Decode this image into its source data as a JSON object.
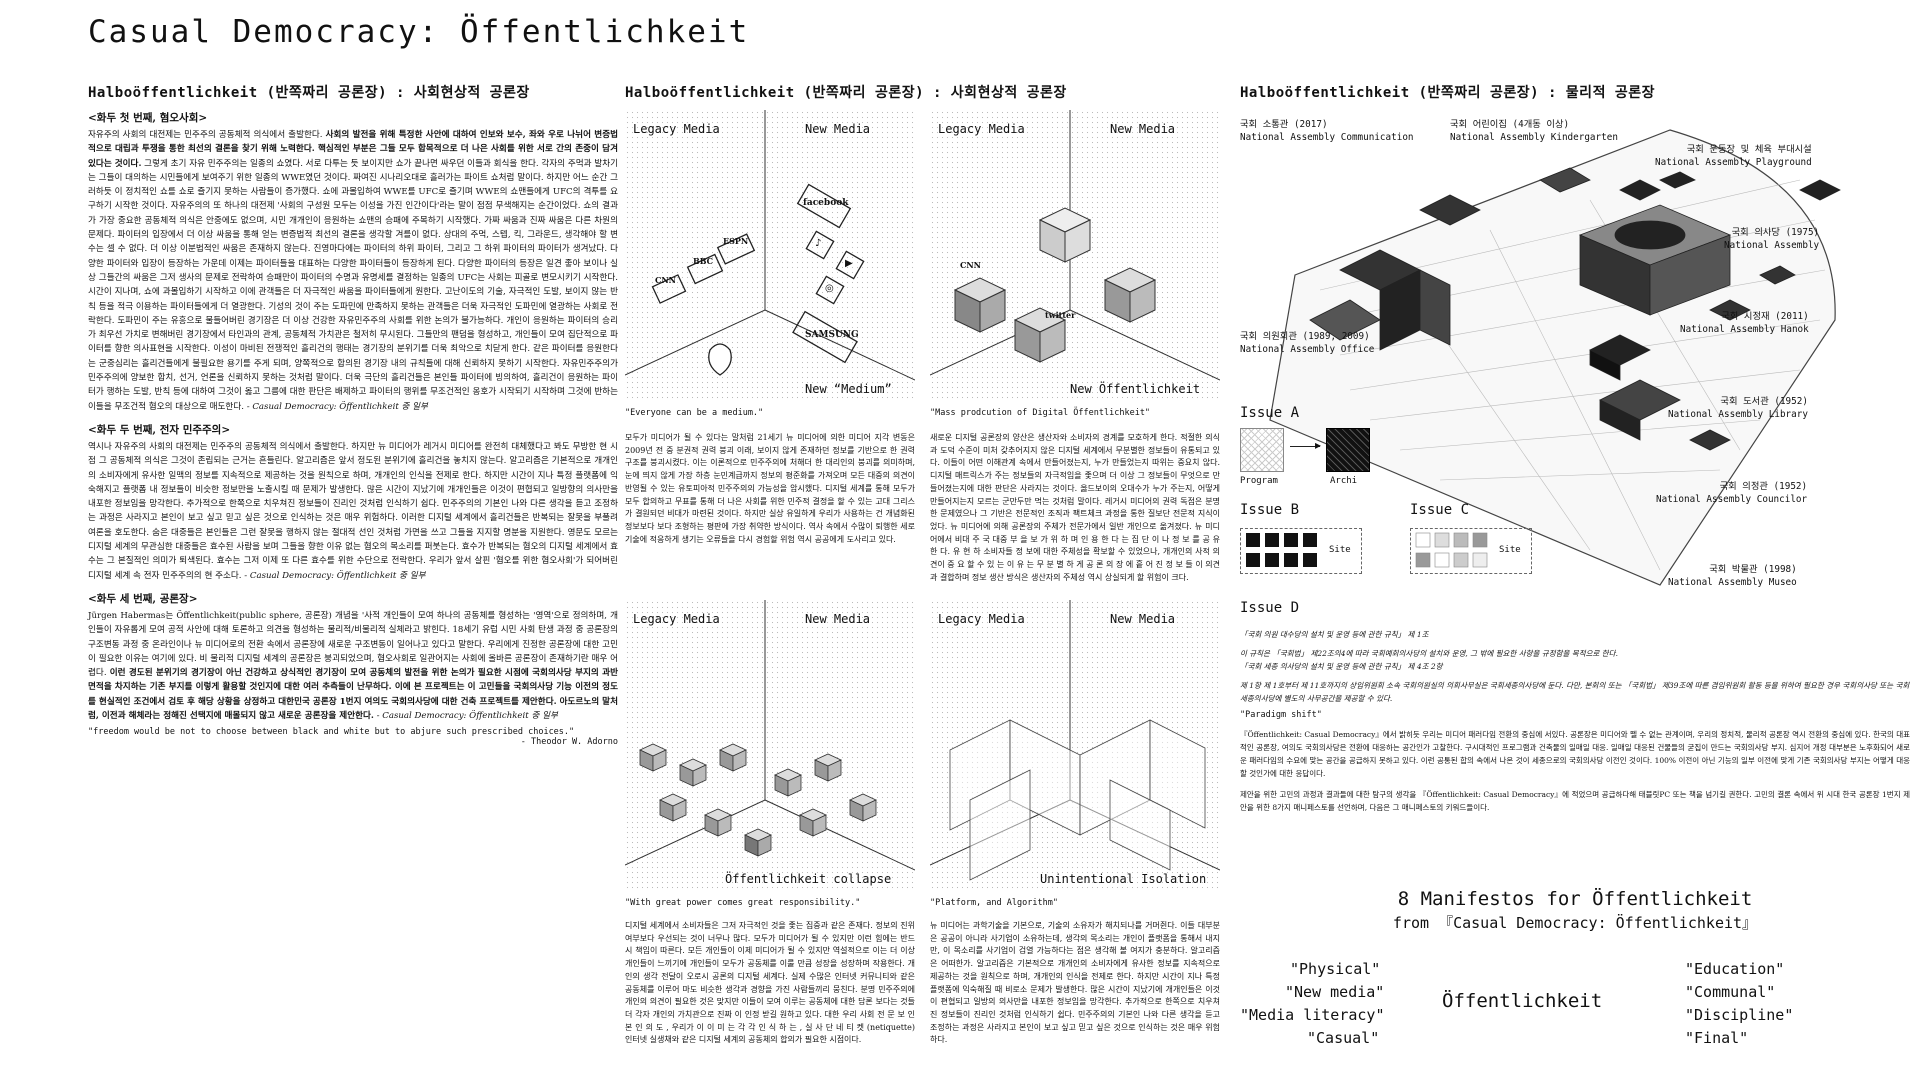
{
  "title": "Casual Democracy: Öffentlichkeit",
  "col1": {
    "heading": "Halboöffentlichkeit (반쪽짜리 공론장) : 사회현상적 공론장",
    "s1_title": "<화두 첫 번째, 혐오사회>",
    "s1_a": "자유주의 사회의 대전제는 민주주의 공동체적 의식에서 출발한다. ",
    "s1_b": "사회의 발전을 위해 특정한 사안에 대하여 인보와 보수, 좌와 우로 나뉘어 변증법적으로 대립과 투쟁을 통한 최선의 결론을 찾기 위해 노력한다. 핵심적인 부분은 그들 모두 합목적으로 더 나은 사회를 위한 서로 간의 존중이 담겨 있다는 것이다.",
    "s1_c": " 그렇게 초기 자유 민주주의는 일종의 쇼였다. 서로 다투는 듯 보이지만 쇼가 끝나면 싸우던 이들과 회식을 한다. 각자의 주먹과 발차기는 그들이 대의하는 시민들에게 보여주기 위한 일종의 WWE였던 것이다. 짜여진 시나리오대로 흘러가는 파이트 쇼처럼 말이다. 하지만 어느 순간 그러하듯 이 정치적인 쇼를 쇼로 즐기지 못하는 사람들이 증가했다. 쇼에 과몰입하여 WWE를 UFC로 즐기며 WWE의 쇼맨들에게 UFC의 격투를 요구하기 시작한 것이다. 자유주의의 또 하나의 대전제 '사회의 구성원 모두는 이성을 가진 인간이다'라는 말이 점점 무색해지는 순간이었다. 쇼의 결과가 가장 중요한 공동체적 의식은 안중에도 없으며, 시민 개개인이 응원하는 쇼맨의 승패에 주목하기 시작했다. 가짜 싸움과 진짜 싸움은 다른 차원의 문제다. 파이터의 입장에서 더 이상 싸움을 통해 얻는 변증법적 최선의 결론을 생각할 겨를이 없다. 상대의 주먹, 스텝, 킥, 그라운드, 생각해야 할 변수는 셀 수 없다. 더 이상 이분법적인 싸움은 존재하지 않는다. 진영마다에는 파이터의 하위 파이터, 그리고 그 하위 파이터의 파이터가 생겨났다. 다양한 파이터와 입장이 등장하는 가운데 이제는 파이터들을 대표하는 다양한 파이터들이 등장하게 된다. 다양한 파이터의 등장은 일견 좋아 보이나 실상 그들간의 싸움은 그저 생사의 문제로 전락하여 승패만이 파이터의 수명과 유명세를 결정하는 일종의 UFC는 사회는 피골로 변모시키기 시작한다. 시간이 지나며, 쇼에 과몰입하기 시작하고 이에 관객들은 더 자극적인 싸움을 파이터들에게 원한다. 고난이도의 기술, 자극적인 도발, 보이지 않는 반칙 등을 적극 이용하는 파이터들에게 더 열광한다. 기성의 것이 주는 도파민에 만족하지 못하는 관객들은 더욱 자극적인 도파민에 열광하는 사회로 전락한다. 도파민이 주는 유흥으로 물들어버린 경기장은 더 이상 건강한 자유민주주의 사회를 위한 논의가 불가능하다. 개인이 응원하는 파이터의 승리가 최우선 가치로 변해버린 경기장에서 타인과의 관계, 공동체적 가치관은 철저히 무시된다. 그들만의 팬덤을 형성하고, 개인들이 모여 집단적으로 파이터를 향한 의사표현을 시작한다. 이성이 마비된 전쟁적인 흘리건의 행태는 경기장의 분위기를 더욱 최악으로 치닫게 한다. 같은 파이터를 응원한다는 군중심리는 흘리건들에게 불필요한 용기를 주게 되며, 양쪽적으로 합의된 경기장 내의 규칙들에 대해 신뢰하지 못하기 시작한다. 자유민주주의가 민주주의에 양보한 합치, 선거, 언론을 신뢰하지 못하는 것처럼 말이다. 더욱 극단의 흘리건들은 본인들 파이터에 빙의하여, 흘리건이 응원하는 파이터가 행하는 도발, 반칙 등에 대하여 그것이 옳고 그름에 대한 판단은 배제하고 파이터의 행위를 무조건적인 옹호가 시작되기 시작하며 그것에 반하는 이들을 무조건적 혐오의 대상으로 매도한다.",
    "s1_cite": " - Casual Democracy: Öffentlichkeit 중 일부",
    "s2_title": "<화두 두 번째, 전자 민주주의>",
    "s2_a": "역시나 자유주의 사회의 대전제는 민주주의 공동체적 의식에서 출발한다. 하지만 뉴 미디어가 레거시 미디어를 완전히 대체했다고 봐도 무방한 현 시점 그 공동체적 의식은 그것이 존립되는 근거는 흔들린다. 알고리즘은 앞서 정도된 분위기에 흘리건을 놓치지 않는다. 알고리즘은 기본적으로 개개인의 소비자에게 유사한 일맥의 정보를 지속적으로 제공하는 것을 원칙으로 하며, 개개인의 인식을 전제로 한다. 하지만 시간이 지나 특정 플랫폼에 익숙해지고 플랫폼 내 정보들이 비슷한 정보만을 노출시킬 때 문제가 발생한다. 많은 시간이 지났기에 개개인들은 이것이 편협되고 일방향의 의사만을 내포한 정보임을 망각한다. 추가적으로 한쪽으로 치우쳐진 정보들이 진리인 것처럼 인식하기 쉽다. 민주주의의 기본인 나와 다른 생각을 듣고 조정하는 과정은 사라지고 본인이 보고 싶고 믿고 싶은 것으로 인식하는 것은 매우 위험하다. 이러한 디지털 세계에서 흘리건들은 반복되는 잘못을 부풀려 여론을 호도한다. 숨은 대중들은 본인들은 그런 잘못을 행하지 않는 절대적 선인 것처럼 가면을 쓰고 그들을 지지할 명분을 지원한다. 영문도 모르는 디지털 세계의 무관심한 대중들은 효수된 사람을 보며 그들을 향한 이유 없는 혐오의 목소리를 퍼붓는다. 효수가 반복되는 혐오의 디지털 세계에서 효수는 그 본질적인 의미가 퇴색된다. 효수는 그저 이제 또 다른 효수를 위한 수단으로 전락한다. 우리가 앞서 살핀 '혐오를 위한 혐오사회'가 되어버린 디지털 세계 속 전자 민주주의의 현 주소다.",
    "s2_cite": " - Casual Democracy: Öffentlichkeit 중 일부",
    "s3_title": "<화두 세 번째, 공론장>",
    "s3_a": "Jürgen Habermas는 Öffentlichkeit(public sphere, 공론장) 개념을 '사적 개인들이 모여 하나의 공동체를 형성하는 '영역'으로 정의하며, 개인들이 자유롭게 모여 공적 사안에 대해 토론하고 의견을 형성하는 물리적/비물리적 실체라고 밝힌다. 18세기 유럽 시민 사회 탄생 과정 중 공론장의 구조변동 과정 중 온라인이나 뉴 미디어로의 전환 속에서 공론장에 새로운 구조변동이 일어나고 있다고 말한다. 우리에게 진정한 공론장에 대한 고민이 필요한 이유는 여기에 있다. 비 물리적 디지털 세계의 공론장은 붕괴되었으며, 혐오사회로 일관어지는 사회에 올바른 공론장이 존재하기란 매우 어렵다. ",
    "s3_b": "이런 경도된 분위기의 경기장이 아닌 건강하고 상식적인 경기장이 모여 공동체의 발전을 위한 논의가 필요한 시점에 국회의사당 부지의 과반 면적을 차지하는 기존 부지를 이렇게 활용할 것인지에 대한 여러 추측들이 난무하다. 이에 본 프로젝트는 이 고민들을 국회의사당 기능 이전의 정도를 현실적인 조건에서 검토 후 해당 상황을 상정하고 대한민국 공론장 1번지 여의도 국회의사당에 대한 건축 프로젝트를 제안한다. 아도르노의 말처럼, 이전과 해체라는 정해진 선택지에 매몰되지 않고 새로운 공론장을 제안한다.",
    "s3_cite": " - Casual Democracy: Öffentlichkeit 중 일부",
    "quote": "\"freedom would be not to choose between black and white but to abjure such prescribed choices.\"",
    "quote_author": "- Theodor W. Adorno"
  },
  "col2": {
    "heading": "Halboöffentlichkeit (반쪽짜리 공론장) : 사회현상적 공론장",
    "panels": [
      {
        "left": "Legacy Media",
        "right": "New Media",
        "caption": "New “Medium”",
        "quote": "\"Everyone can be a medium.\""
      },
      {
        "left": "Legacy Media",
        "right": "New Media",
        "caption": "New Öffentlichkeit",
        "quote": "\"Mass prodcution of Digital Öffentlichkeit\""
      },
      {
        "left": "Legacy Media",
        "right": "New Media",
        "caption": "Öffentlichkeit collapse",
        "quote": "\"With great power comes great responsibility.\""
      },
      {
        "left": "Legacy Media",
        "right": "New Media",
        "caption": "Unintentional Isolation",
        "quote": "\"Platform, and Algorithm\""
      }
    ],
    "t1": "모두가 미디어가 될 수 있다는 말처럼 21세기 뉴 미디어에 의한 미디어 지각 변동은 2009년 전 중 분권적 권력 붕괴 이래, 보이지 않게 존재하던 정보를 기반으로 한 권력구조를 붕괴시켰다. 이는 이론적으로 민주주의에 처해더 한 대리인의 붕괴를 의미하며, 눈에 띄지 않게 가장 하층 눈민계급까지 정보의 평준화를 가져오며 모든 대중의 의견이 반영될 수 있는 유토피아적 민주주의의 가능성을 암시했다. 디지털 세계를 통해 모두가 모두 합의하고 무표를 통해 더 나은 사회를 위한 민주적 결정을 할 수 있는 고대 그리스가 결원되던 비대가 마련된 것이다. 하지만 실상 유일하게 우리가 사용하는 건 개념화된 정보보다 보다 조형하는 평판에 가장 취약한 방식이다. 역사 속에서 수많이 퇴행한 세로 기술에 적응하게 생기는 오류들을 다시 경험할 위험 역시 공공에게 도사리고 있다.",
    "t2": "새로운 디지털 공론장의 양산은 생산자와 소비자의 경계를 모호하게 한다. 적절한 의식과 도덕 수준이 미처 갖추어지지 않은 디지털 세계에서 무분별한 정보들이 유통되고 있다. 이들이 어떤 이해관계 속에서 만들어졌는지, 누가 만들었는지 따위는 중요치 않다. 디지털 매트릭스가 주는 정보들의 자극적임을 좇으며 더 이상 그 정보들이 무엇으로 만들어졌는지에 대한 판단은 사라지는 것이다. 옳드보이의 오대수가 누가 주는지, 어떻게 만들어지는지 모르는 군만두만 먹는 것처럼 말이다. 레거시 미디어의 권력 독점은 분명한 문제였으나 그 기반은 전문적인 조직과 팩트체크 과정을 통한 질보단 전문적 지식이었다. 뉴 미디어에 의해 공론장의 주체가 전문가에서 일반 개인으로 옮겨졌다. 뉴 미디어에서 비대 주 국 대중 부 을 보 가 위 하 며 인 용 한 다 는 집 단 이 나 정 보 를 공 유 한 다. 유 현 하 소비자들 정 보에 대한 주체성을 확보할 수 있었으나, 개개인의 사적 의견이 중 요 할 수 있 는 이 유 는 무 분 별 하 게 공 론 의 장 에 흩 어 진 정 보 들 이 의견과 결합하며 정보 생산 방식은 생산자의 주체성 역시 상실되게 할 위험이 크다.",
    "t3": "디지털 세계에서 소비자들은 그저 자극적인 것을 좇는 집중과 같은 존재다. 정보의 진위 여부보다 우선되는 것이 너무나 많다. 모두가 미디어가 될 수 있지만 이런 힘에는 반드시 책임이 따른다. 모든 개인들이 이제 미디어가 될 수 있지만 역설적으로 이는 더 이상 개인들이 느끼기에 개인들이 모두가 공동체를 이룰 만큼 성장을 성장하며 작용한다. 개인의 생각 전달이 오로시 공론의 디지털 세계다. 실제 수많은 인터넷 커뮤니티와 같은 공동체를 이루어 마도 비슷한 생각과 경향을 가진 사람들끼리 뭉친다. 분명 민주주의에 개인의 의견이 필요한 것은 맞지만 이들이 모여 이루는 공동체에 대한 담론 보다는 것들 더 각자 개인의 가치관으로 진짜 이 인정 받길 원하고 있다. 대한 우리 사회 전 문 보 인 본 인 의 도 , 우리가 이 이 미 는 각 각 인 식 하 는 , 실 사 단 네 티 켓 (netiquette) 인터넷 실생채와 같은 디지털 세계의 공동체의 합의가 필요한 시점이다.",
    "t4": "뉴 미디어는 과학기술을 기본으로, 기술의 소유자가 해치되나를 거머쥔다. 이들 대부분은 공공이 아니라 사기업이 소유하는데, 생각의 목소리는 개인이 플랫폼을 통해서 내지만, 이 목소리를 사기업이 검열 가능하다는 점은 생각해 볼 여지가 충분하다. 알고리즘은 어떠한가. 알고리즘은 기본적으로 개개인의 소비자에게 유사한 정보를 지속적으로 제공하는 것을 원칙으로 하며, 개개인의 인식을 전제로 한다. 하지만 시간이 지나 특정 플랫폼에 익숙해질 때 비로소 문제가 발생한다. 많은 시간이 지났기에 개개인들은 이것이 편협되고 일방의 의사만을 내포한 정보임을 망각한다. 추가적으로 한쪽으로 치우쳐진 정보들이 진리인 것처럼 인식하기 쉽다. 민주주의의 기본인 나와 다른 생각을 듣고 조정하는 과정은 사라지고 본인이 보고 싶고 믿고 싶은 것으로 인식하는 것은 매우 위험하다."
  },
  "col3": {
    "heading": "Halboöffentlichkeit (반쪽짜리 공론장) : 물리적 공론장",
    "labels": [
      {
        "ko": "국회 소통관 (2017)",
        "en": "National Assembly Communication"
      },
      {
        "ko": "국회 어린이집 (4개동 이상)",
        "en": "National Assembly Kindergarten"
      },
      {
        "ko": "국회 운동장 및 체육 부대시설",
        "en": "National Assembly Playground"
      },
      {
        "ko": "국회 의사당 (1975)",
        "en": "National Assembly"
      },
      {
        "ko": "국회 의원회관 (1989, 2009)",
        "en": "National Assembly Office"
      },
      {
        "ko": "국회 시정재 (2011)",
        "en": "National Assembly Hanok"
      },
      {
        "ko": "국회 도서관 (1952)",
        "en": "National Assembly Library"
      },
      {
        "ko": "국회 의정관 (1952)",
        "en": "National Assembly Councilor"
      },
      {
        "ko": "국회 박물관 (1998)",
        "en": "National Assembly Museo"
      }
    ],
    "issue_a": "Issue A",
    "program": "Program",
    "archi": "Archi",
    "issue_b": "Issue B",
    "site_b": "Site",
    "issue_c": "Issue C",
    "site_c": "Site",
    "issue_d": "Issue D",
    "law1": "「국회 의원 대수당의 설치 및 운영 등에 관한 규칙」 제 1조",
    "law2": "이 규칙은 「국회법」 제22조의4에 따라 국회예회의사당의 설치와 운영, 그 밖에 필요한 사항을 규정함을 목적으로 한다.",
    "law3": "「국회 세종 의사당의 설치 및 운영 등에 관한 규칙」 제 4조 2항",
    "law4": "제 1항 제 1호부터 제 11호까지의 상임위원회 소속 국회의원실의 의회사무실은 국회세종의사당에 둔다. 다만, 본회의 또는 「국회법」 제39조에 따른 겸임위원회 활동 등을 위하여 필요한 경우 국회의사당 또는 국회세종의사당에 별도의 사무공간을 제공할 수 있다.",
    "shift": "\"Paradigm shift\"",
    "p1": "『Öffentlichkeit: Casual Democracy』에서 밝히듯 우리는 미디어 패러다임 전환의 중심에 서있다. 공론장은 미디어와 뗄 수 없는 관계이며, 우리의 정치적, 물리적 공론장 역시 전환의 중심에 있다. 한국의 대표적인 공론장, 여의도 국회의사당은 전환에 대응하는 공간인가 고찰한다. 구시대적인 프로그램과 건축물의 일매일 대응. 일매일 대응된 건물들의 굳집이 만드는 국회의사당 부지. 심지어 개정 대부분은 노후화되어 새로운 패러다임의 수요에 맞는 공간을 공급하지 못하고 있다. 이런 공통된 합의 속에서 나온 것이 세종으로의 국회의사당 이전인 것이다. 100% 이전이 아닌 기능의 일부 이전에 맞게 기존 국회의사당 부지는 어떻게 대응할 것인가에 대한 응답이다.",
    "p2": "제안을 위한 고민의 과정과 결과들에 대한 탐구의 생각을 『Öffentlichkeit: Casual Democracy』에 적었으며 공급하다해 태블릿PC 또는 책을 넘기길 권한다. 고민의 결론 속에서 위 시대 한국 공론장 1번지 제안을 위한 8가지 매니페스토를 선언하며, 다음은 그 매니페스토의 키워드들이다.",
    "manifesto_title": "8 Manifestos for Öffentlichkeit",
    "manifesto_sub": "from 『Casual Democracy: Öffentlichkeit』",
    "kw_left": [
      "\"Physical\"",
      "\"New media\"",
      "\"Media literacy\"",
      "\"Casual\""
    ],
    "kw_center": "Öffentlichkeit",
    "kw_right": [
      "\"Education\"",
      "\"Communal\"",
      "\"Discipline\"",
      "\"Final\""
    ]
  },
  "icons": [
    "cnn-logo-icon",
    "bbc-logo-icon",
    "espn-logo-icon",
    "apple-logo-icon",
    "facebook-logo-icon",
    "tiktok-logo-icon",
    "youtube-logo-icon",
    "instagram-logo-icon",
    "samsung-logo-icon",
    "twitter-logo-icon"
  ]
}
